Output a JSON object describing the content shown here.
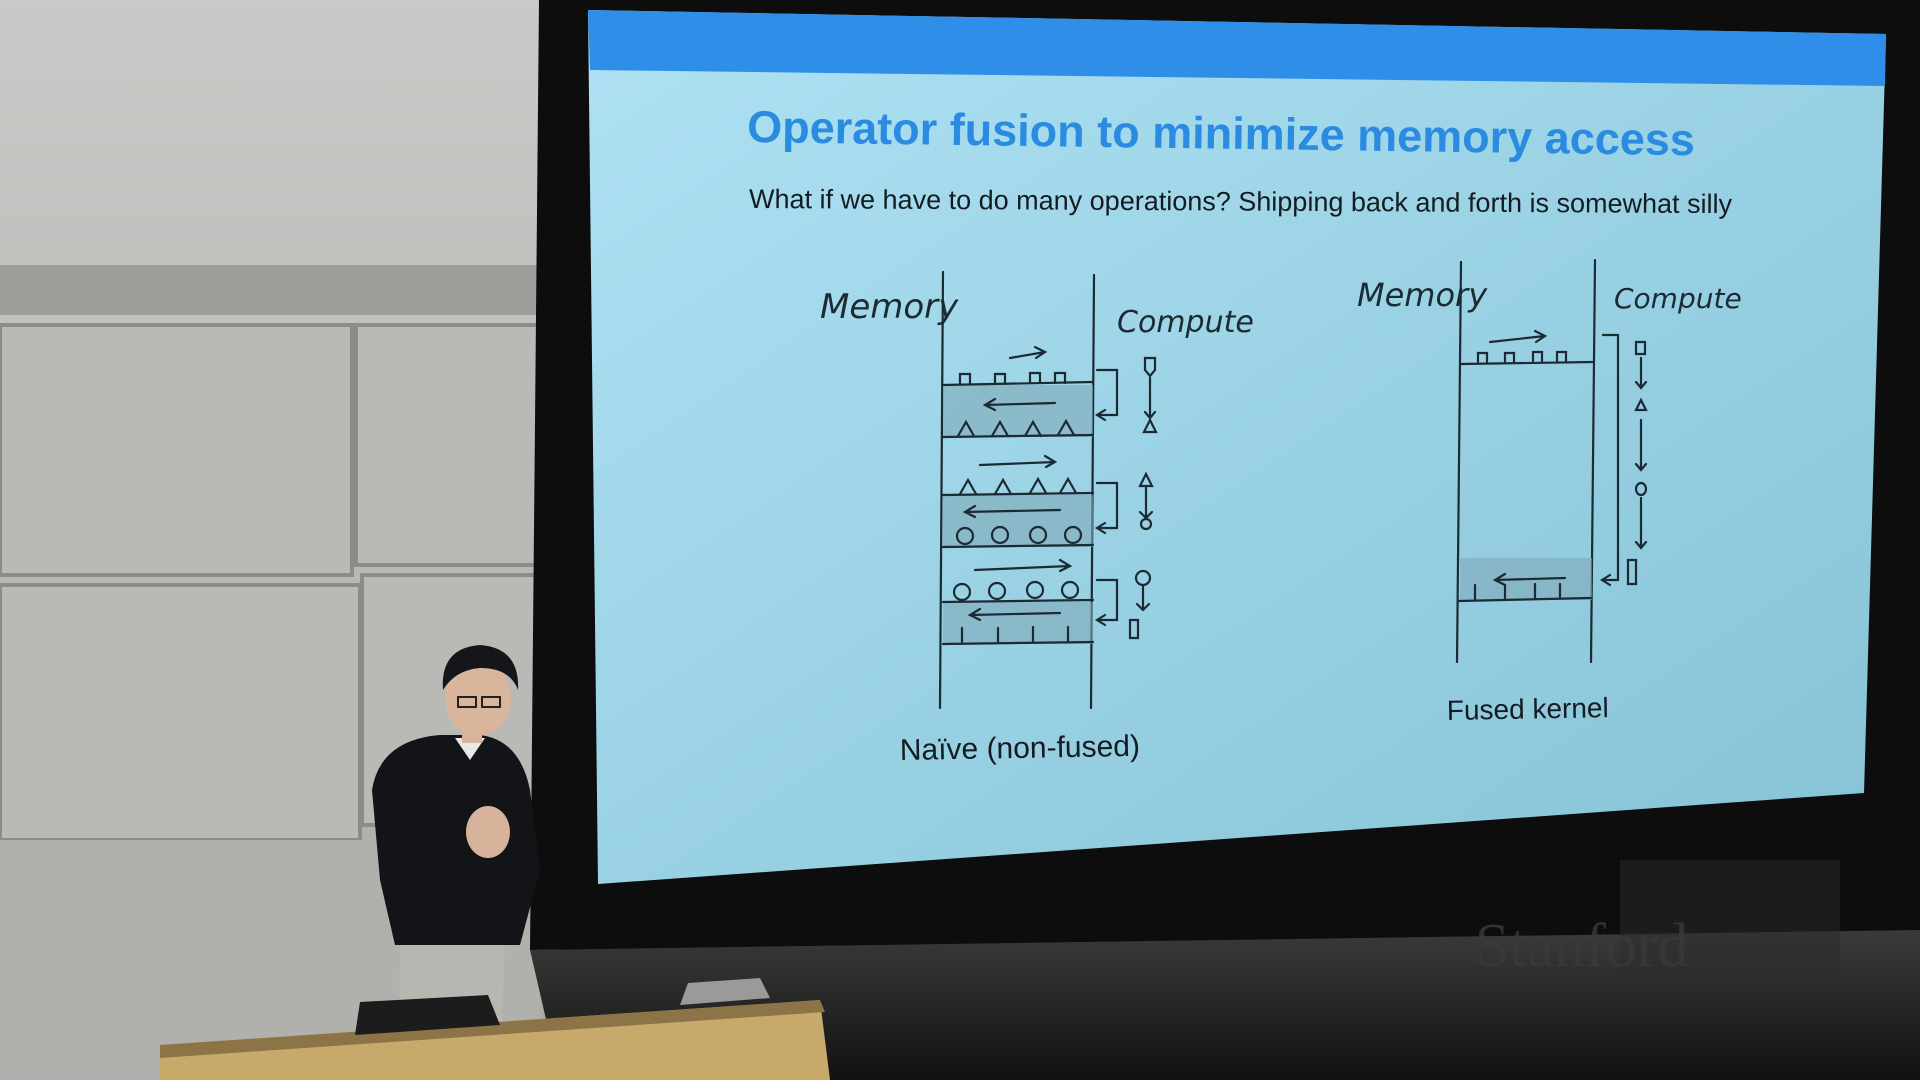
{
  "slide": {
    "title": "Operator fusion to minimize memory access",
    "subtitle": "What if we have to do many operations? Shipping back and forth is somewhat silly",
    "left_diagram": {
      "memory_label": "Memory",
      "compute_label": "Compute",
      "caption": "Naïve (non-fused)"
    },
    "right_diagram": {
      "memory_label": "Memory",
      "compute_label": "Compute",
      "caption": "Fused kernel"
    }
  },
  "watermark": "Stanford",
  "colors": {
    "header_bar": "#2f8fe8",
    "title": "#2a8be0",
    "slide_bg": "#9fd3e6"
  }
}
